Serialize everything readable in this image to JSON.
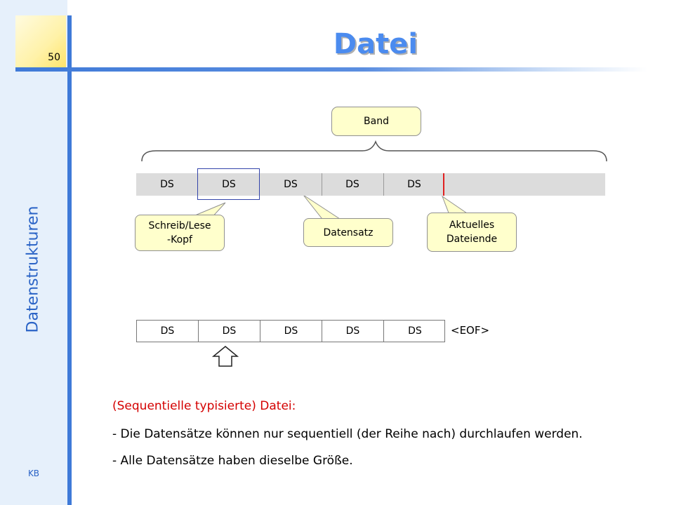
{
  "slide": {
    "number": "50",
    "sidebar_title": "Datenstrukturen",
    "author": "KB",
    "title": "Datei"
  },
  "diagram": {
    "band_label": "Band",
    "tape_cells": [
      "DS",
      "DS",
      "DS",
      "DS",
      "DS"
    ],
    "callouts": {
      "head": [
        "Schreib/Lese",
        "-Kopf"
      ],
      "record": "Datensatz",
      "eof": [
        "Aktuelles",
        "Dateiende"
      ]
    },
    "file_cells": [
      "DS",
      "DS",
      "DS",
      "DS",
      "DS"
    ],
    "eof_label": "<EOF>",
    "colors": {
      "accent": "#3f7ad8",
      "title": "#4b8bef",
      "callout_fill": "#ffffcc",
      "tape_fill": "#dcdcdc",
      "eof_marker": "#e02020",
      "heading_red": "#d40000"
    }
  },
  "text": {
    "heading": "(Sequentielle typisierte) Datei:",
    "line1": "- Die Datensätze können nur sequentiell (der Reihe nach) durchlaufen werden.",
    "line2": "- Alle Datensätze haben dieselbe Größe."
  }
}
